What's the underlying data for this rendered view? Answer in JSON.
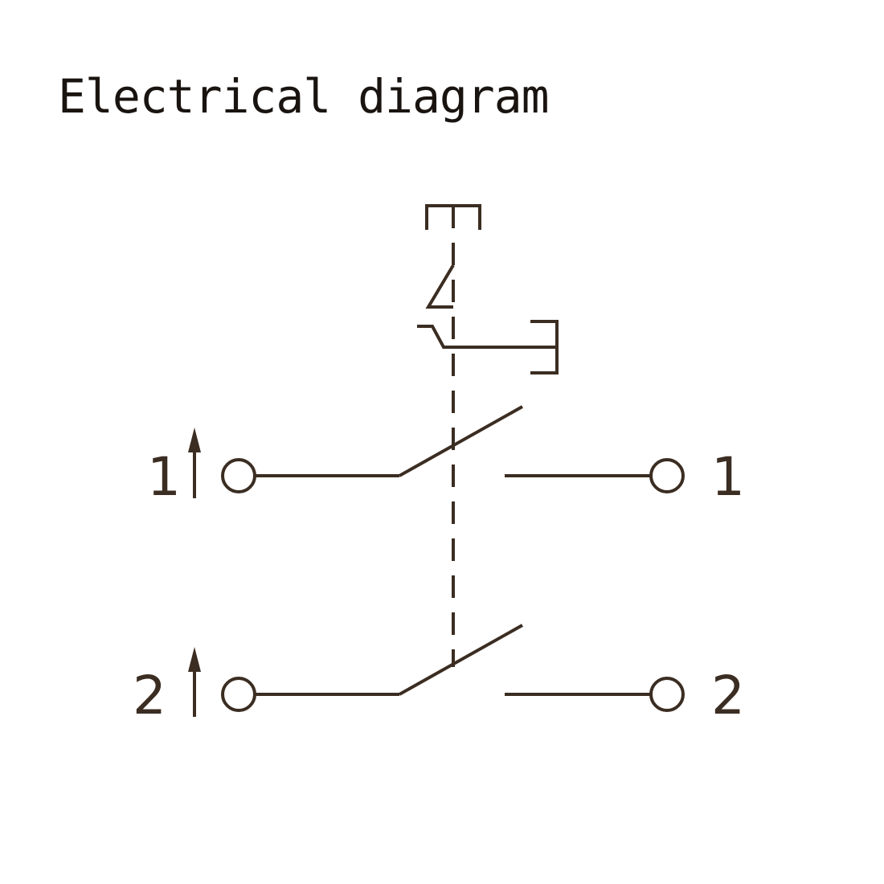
{
  "title": "Electrical diagram",
  "terminals": {
    "left_top": "1",
    "right_top": "1",
    "left_bottom": "2",
    "right_bottom": "2"
  },
  "colors": {
    "line": "#3b2d22",
    "text": "#1a1410",
    "background": "#ffffff"
  }
}
